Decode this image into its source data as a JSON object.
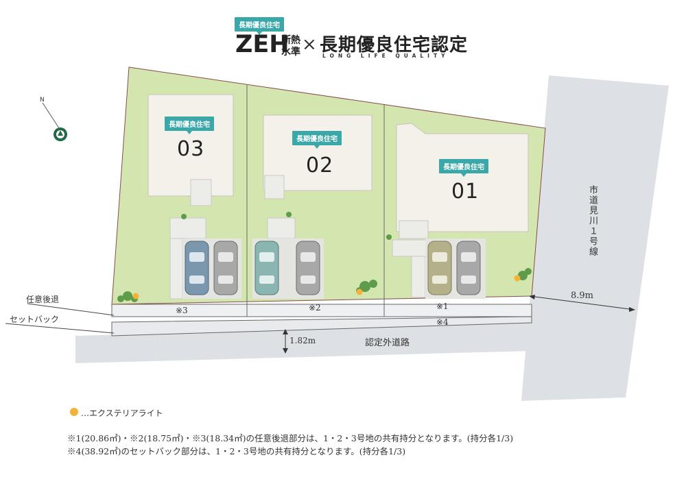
{
  "header": {
    "badge": "長期優良住宅",
    "zeh": "ZEH",
    "zeh_sub_top": "断熱",
    "zeh_sub_bottom": "水準",
    "times": "×",
    "main_title": "長期優良住宅認定",
    "subtitle": "LONG LIFE QUALITY"
  },
  "compass": {
    "north_label": "N"
  },
  "lots": [
    {
      "badge": "長期優良住宅",
      "number": "03",
      "setback_mark": "※3"
    },
    {
      "badge": "長期優良住宅",
      "number": "02",
      "setback_mark": "※2"
    },
    {
      "badge": "長期優良住宅",
      "number": "01",
      "setback_mark": "※1"
    }
  ],
  "road": {
    "city_road_label": "市道見川１号線",
    "city_road_width": "8.9m",
    "certified_road_label": "認定外道路",
    "certified_road_width": "1.82m",
    "setback_mark_4": "※4"
  },
  "callouts": {
    "voluntary_setback": "任意後退",
    "setback": "セットバック"
  },
  "legend": {
    "light_label": "…エクステリアライト"
  },
  "notes": [
    "※1(20.86㎡)・※2(18.75㎡)・※3(18.34㎡)の任意後退部分は、1・2・3号地の共有持分となります。(持分各1/3)",
    "※4(38.92㎡)のセットバック部分は、1・2・3号地の共有持分となります。(持分各1/3)"
  ],
  "colors": {
    "lawn": "#d4e6b0",
    "road": "#dde1e5",
    "badge": "#3aa7a8",
    "compass": "#1e6b45",
    "boundary": "#8a4a4a"
  }
}
